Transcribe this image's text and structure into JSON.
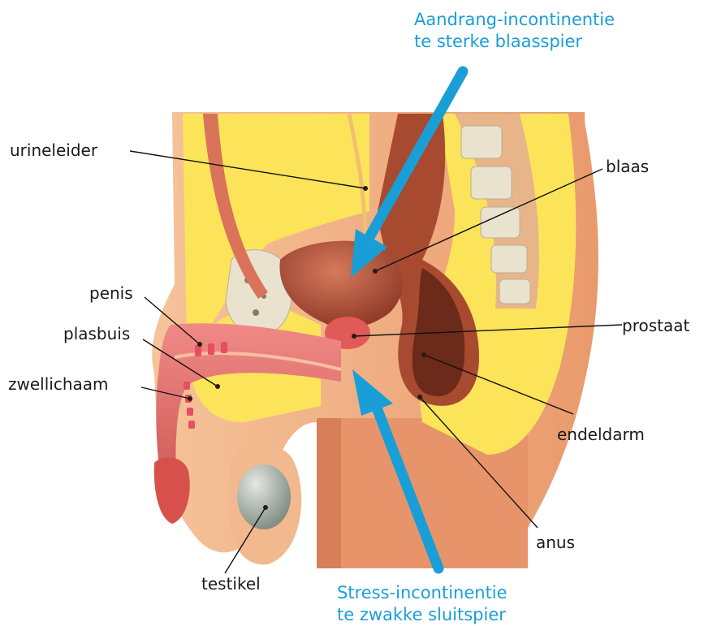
{
  "callouts": {
    "urge": {
      "title": "Aandrang-incontinentie",
      "subtitle": "te sterke blaasspier"
    },
    "stress": {
      "title": "Stress-incontinentie",
      "subtitle": "te zwakke sluitspier"
    }
  },
  "labels": {
    "urineleider": "urineleider",
    "blaas": "blaas",
    "penis": "penis",
    "plasbuis": "plasbuis",
    "zwellichaam": "zwellichaam",
    "prostaat": "prostaat",
    "endeldarm": "endeldarm",
    "anus": "anus",
    "testikel": "testikel"
  },
  "colors": {
    "accent": "#1a9ed8",
    "skin": "#f2b98e",
    "fat": "#fbe45a",
    "muscle": "#d9735a",
    "organ": "#b8533d",
    "dark_organ": "#6b2a1a",
    "bone": "#e9e2cf"
  }
}
